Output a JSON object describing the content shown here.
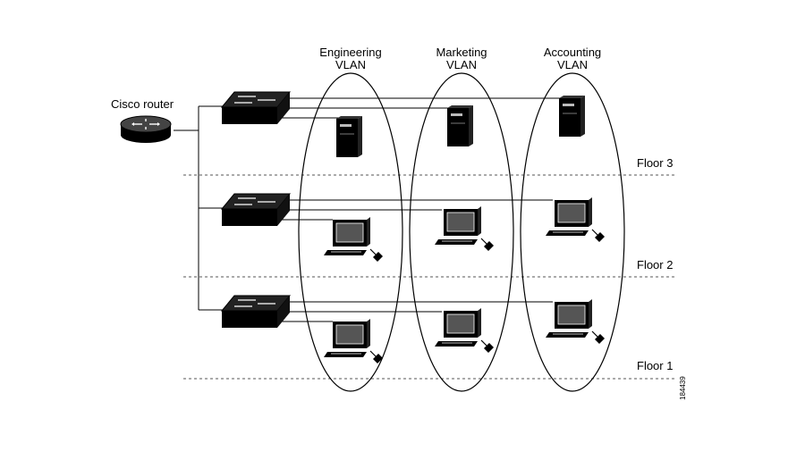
{
  "router": {
    "label": "Cisco router",
    "icon": "router-icon"
  },
  "vlans": [
    {
      "name": "Engineering",
      "sub": "VLAN"
    },
    {
      "name": "Marketing",
      "sub": "VLAN"
    },
    {
      "name": "Accounting",
      "sub": "VLAN"
    }
  ],
  "floors": [
    "Floor 3",
    "Floor 2",
    "Floor 1"
  ],
  "figure_id": "184439",
  "icons": {
    "switch": "switch-icon",
    "server": "server-icon",
    "workstation": "workstation-icon"
  }
}
